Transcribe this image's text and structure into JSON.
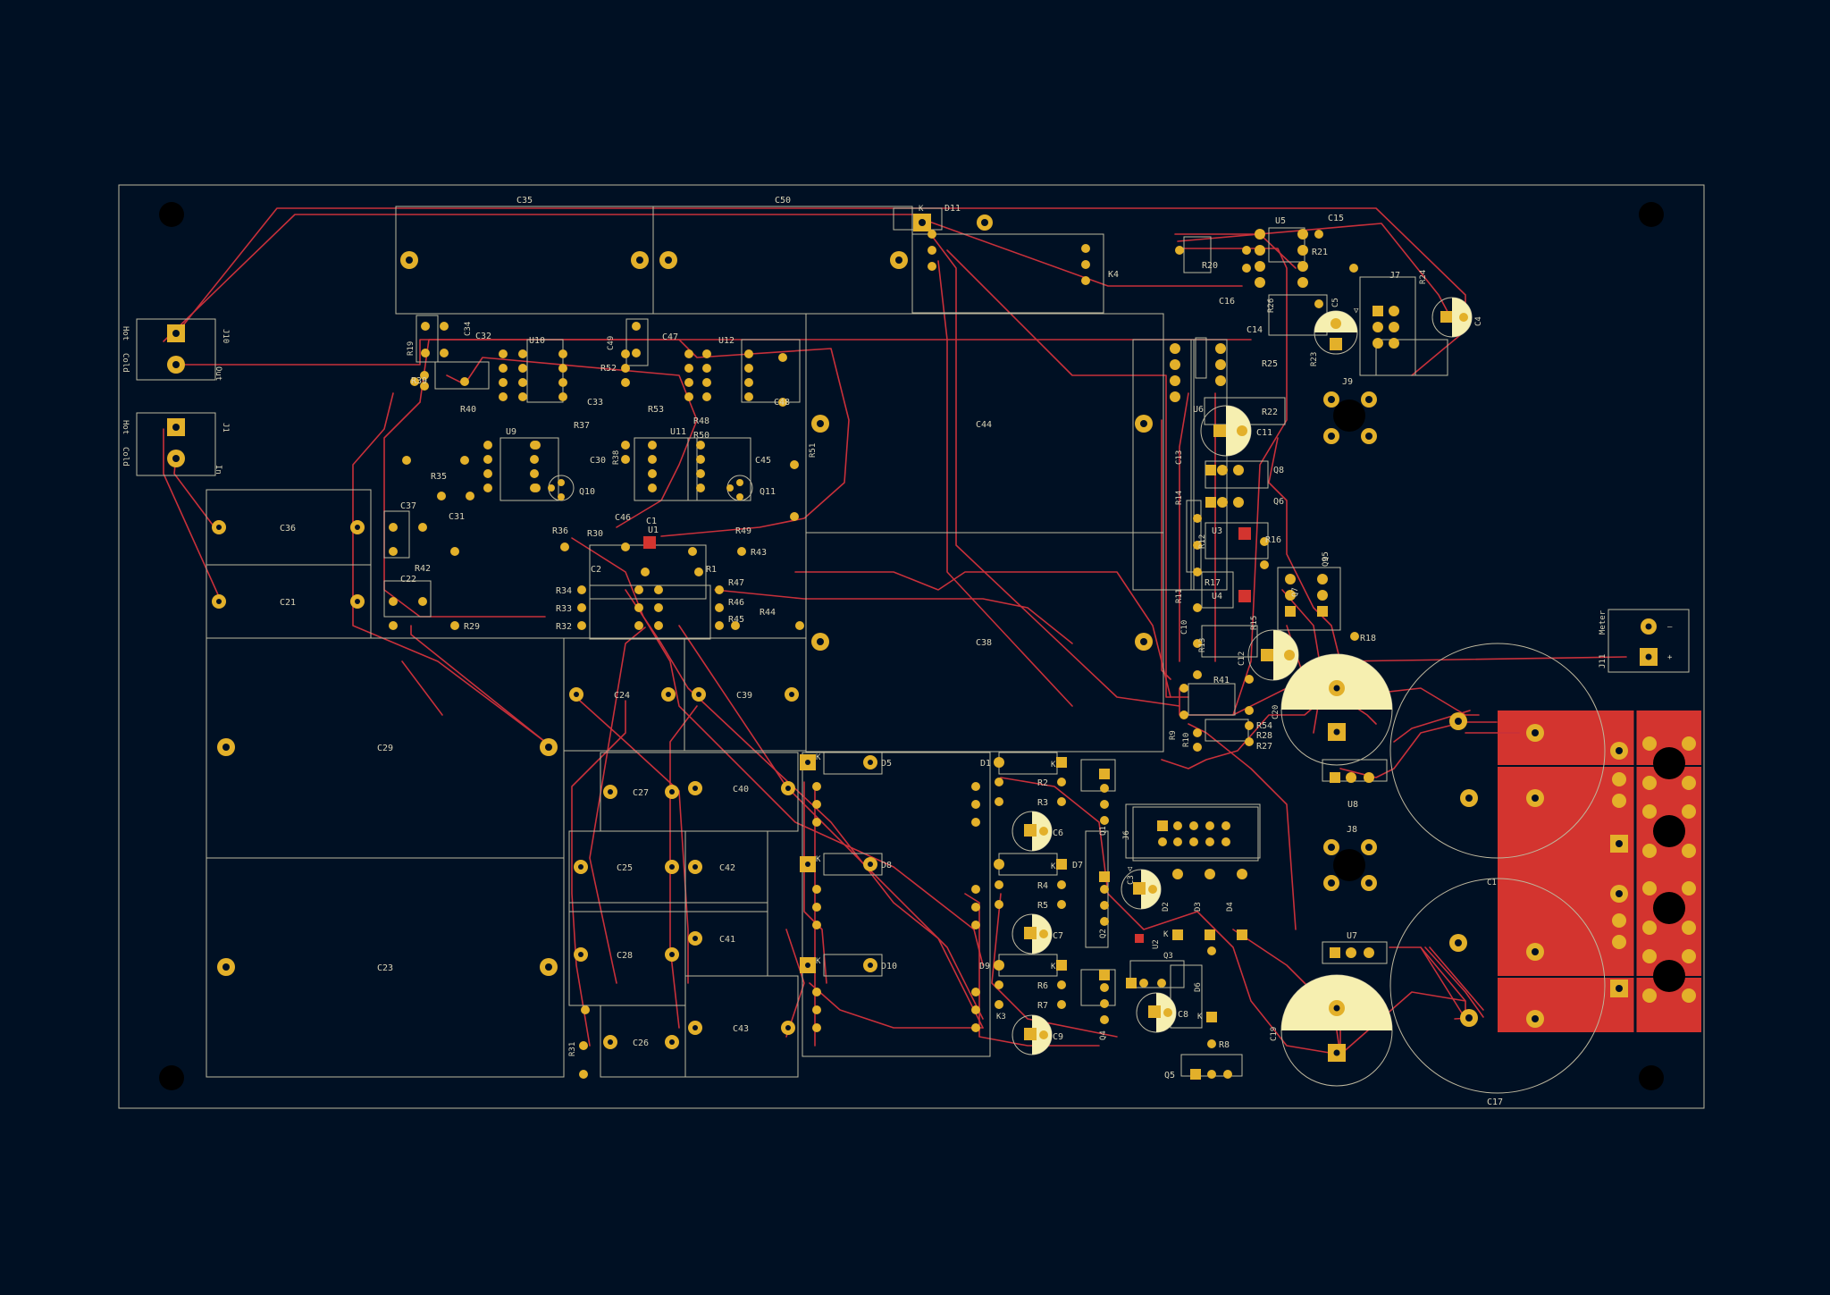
{
  "board": {
    "colors": {
      "background": "#001023",
      "trace": "#c8303a",
      "pad": "#e3b02a",
      "silkscreen": "#d9d2b4",
      "outline": "#bdb79d",
      "copper_zone": "#d3342f",
      "polarity_fill": "#f6efb0"
    }
  },
  "connectors": {
    "j10": {
      "ref": "J10",
      "pin1": "Hot",
      "pin2": "Cold",
      "side_label": "Out"
    },
    "j1": {
      "ref": "J1",
      "pin1": "Hot",
      "pin2": "Cold",
      "side_label": "In"
    },
    "j11": {
      "ref": "J11",
      "label": "Meter",
      "minus": "–",
      "plus": "+"
    }
  },
  "components": {
    "C35": "C35",
    "C50": "C50",
    "D11": "D11",
    "K4": "K4",
    "U5": "U5",
    "C15": "C15",
    "R21": "R21",
    "R20": "R20",
    "J7": "J7",
    "R24": "R24",
    "C16": "C16",
    "R26": "R26",
    "C5": "C5",
    "C4": "C4",
    "C14": "C14",
    "R23": "R23",
    "R25": "R25",
    "J9": "J9",
    "R22": "R22",
    "U6": "U6",
    "C11": "C11",
    "C13": "C13",
    "Q8": "Q8",
    "Q6": "Q6",
    "R14": "R14",
    "U3": "U3",
    "R16": "R16",
    "R12": "R12",
    "R17": "R17",
    "Q7": "Q7",
    "Q5T": "Q5",
    "R11": "R11",
    "U4": "U4",
    "R15": "R15",
    "C10": "C10",
    "R13": "R13",
    "C12": "C12",
    "R18": "R18",
    "R41": "R41",
    "C20": "C20",
    "R9": "R9",
    "R10": "R10",
    "R54": "R54",
    "R28": "R28",
    "R27": "R27",
    "U8": "U8",
    "C1": "C1",
    "J8": "J8",
    "U7": "U7",
    "C19": "C19",
    "C17": "C17",
    "R19": "R19",
    "C34": "C34",
    "C32": "C32",
    "U10": "U10",
    "C49": "C49",
    "C47": "C47",
    "U12": "U12",
    "R39": "R39",
    "R40": "R40",
    "R52": "R52",
    "C33": "C33",
    "R53": "R53",
    "C48": "C48",
    "C44": "C44",
    "R37": "R37",
    "R48": "R48",
    "U9": "U9",
    "U11": "U11",
    "R50": "R50",
    "R51": "R51",
    "R35": "R35",
    "R38": "R38",
    "C30": "C30",
    "C45": "C45",
    "Q10": "Q10",
    "Q11": "Q11",
    "C36": "C36",
    "C31": "C31",
    "C37": "C37",
    "R36": "R36",
    "C46": "C46",
    "R49": "R49",
    "U1": "U1",
    "C1S": "C1",
    "R30": "R30",
    "R43": "R43",
    "R42": "R42",
    "C2": "C2",
    "R1": "R1",
    "R47": "R47",
    "C21": "C21",
    "C22": "C22",
    "R34": "R34",
    "R46": "R46",
    "R33": "R33",
    "R45": "R45",
    "R44": "R44",
    "R29": "R29",
    "R32": "R32",
    "C38": "C38",
    "C24": "C24",
    "C39": "C39",
    "C29": "C29",
    "D5": "D5",
    "D1": "D1",
    "R2": "R2",
    "R3": "R3",
    "C27": "C27",
    "C40": "C40",
    "C6": "C6",
    "Q1": "Q1",
    "J6": "J6",
    "C25": "C25",
    "C42": "C42",
    "D8": "D8",
    "D7": "D7",
    "R4": "R4",
    "C3": "C3",
    "R5": "R5",
    "D2": "D2",
    "D3": "D3",
    "D4": "D4",
    "Q3": "Q3",
    "C7": "C7",
    "Q2": "Q2",
    "U2": "U2",
    "Q4": "Q4",
    "C23": "C23",
    "C41": "C41",
    "C28": "C28",
    "D10": "D10",
    "D9": "D9",
    "R6": "R6",
    "R7": "R7",
    "D6": "D6",
    "C8": "C8",
    "K3": "K3",
    "C43": "C43",
    "C9": "C9",
    "R31": "R31",
    "C26": "C26",
    "Q5": "Q5",
    "R8": "R8",
    "Q9": "Q9"
  },
  "pin_marks": {
    "k": "K",
    "tri": "▽"
  }
}
